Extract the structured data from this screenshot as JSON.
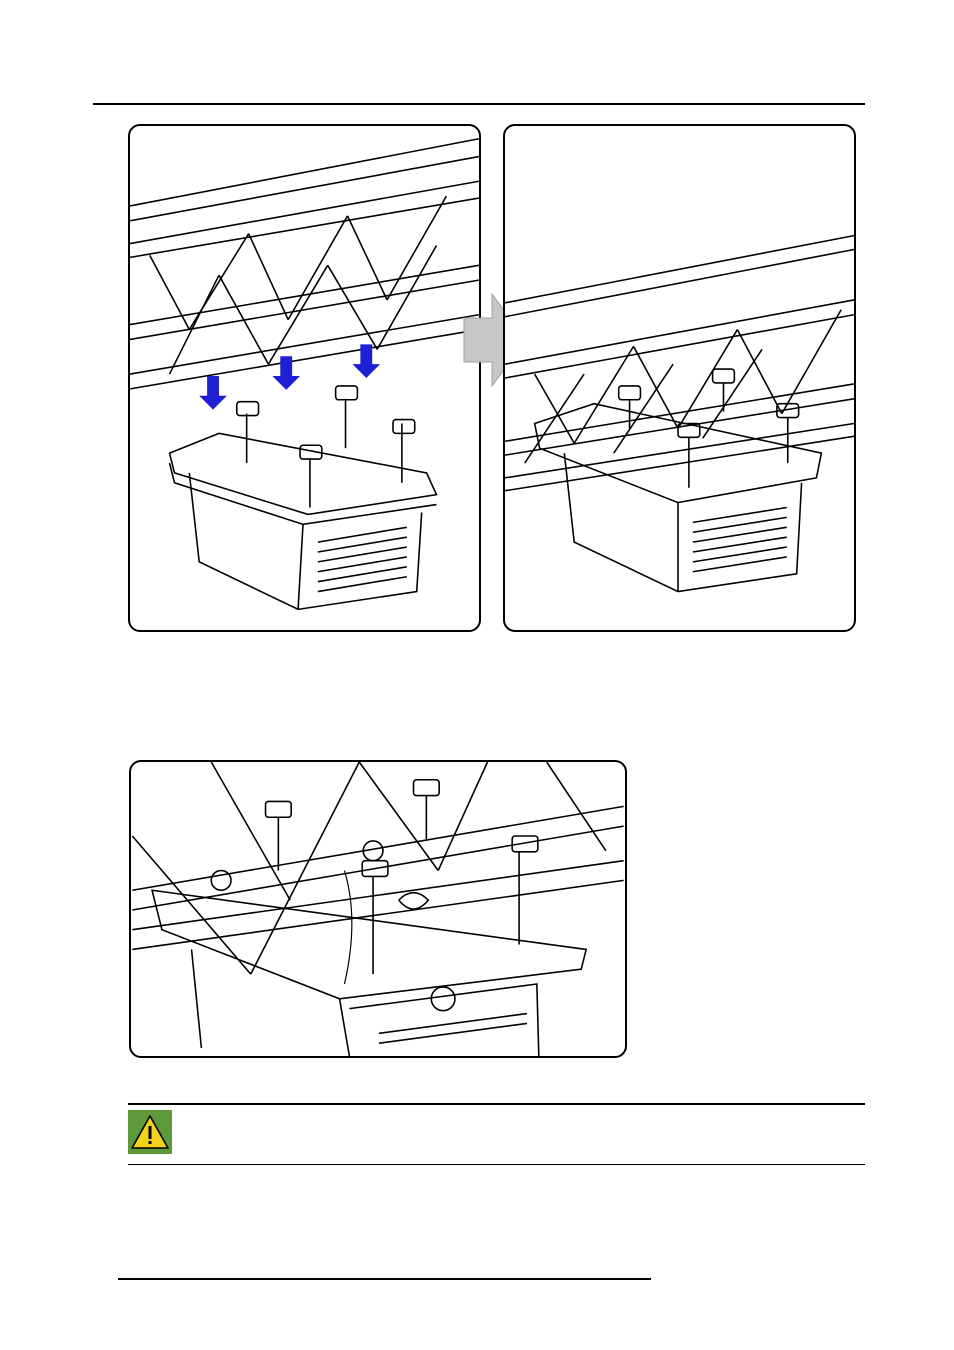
{
  "document": {
    "figures": [
      {
        "id": "fig-mount-before",
        "description_icon": "truss-clamp-mounting-icon"
      },
      {
        "id": "fig-mount-after",
        "description_icon": "truss-clamp-mounted-icon"
      },
      {
        "id": "fig-safety-cable",
        "description_icon": "safety-cable-icon"
      }
    ],
    "step_arrow_icon": "right-arrow-icon",
    "caution_icon": "warning-triangle-icon",
    "colors": {
      "down_arrow": "#1f1fd6",
      "step_arrow": "#c8c8c8",
      "caution_bg": "#5f9a3a",
      "caution_triangle": "#f2d21b"
    }
  }
}
